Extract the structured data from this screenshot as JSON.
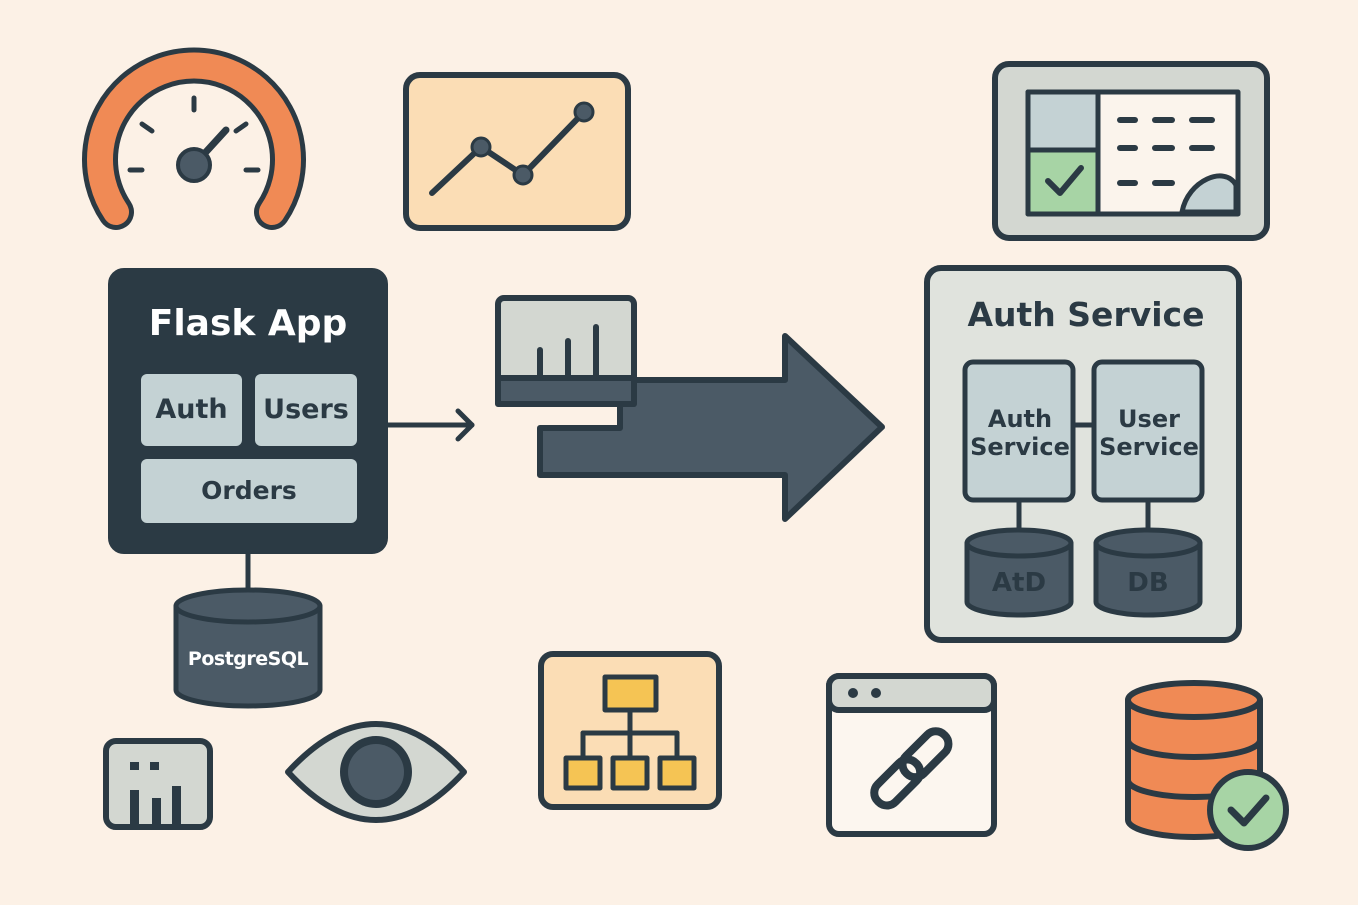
{
  "colors": {
    "background": "#fcf1e6",
    "dark": "#2b3a44",
    "dark_fill": "#4b5a66",
    "light_box": "#c4d2d4",
    "panel": "#e0e3dd",
    "accent_orange": "#f08a55",
    "accent_yellow": "#f5c454",
    "accent_peach": "#fbddb5",
    "accent_green": "#a7d4a5"
  },
  "flask_app": {
    "title": "Flask App",
    "modules": [
      "Auth",
      "Users",
      "Orders"
    ],
    "database": "PostgreSQL"
  },
  "microservices": {
    "title": "Auth Service",
    "services": [
      "Auth\nService",
      "User\nService"
    ],
    "databases": [
      "AtD",
      "DB"
    ]
  },
  "icons": [
    "speedometer-icon",
    "line-chart-icon",
    "dashboard-window-icon",
    "bar-chart-icon",
    "big-arrow-icon",
    "small-bar-chart-icon",
    "eye-icon",
    "hierarchy-icon",
    "browser-link-icon",
    "database-check-icon"
  ]
}
